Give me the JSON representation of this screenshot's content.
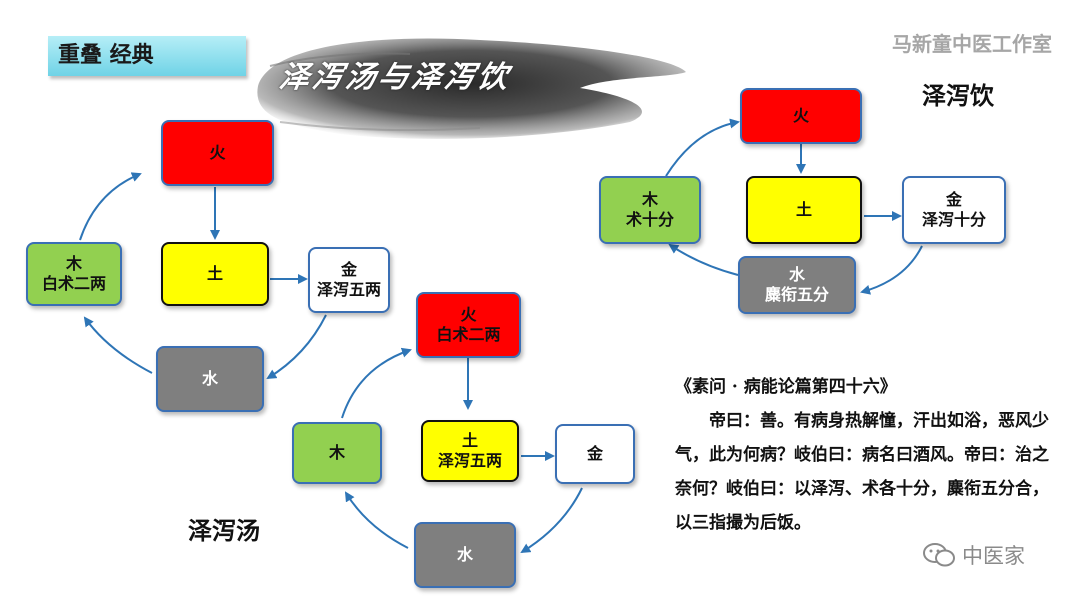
{
  "header": {
    "tag": "重叠   经典",
    "banner_title": "泽泻汤与泽泻饮",
    "studio": "马新童中医工作室"
  },
  "diagrams": [
    {
      "title": "泽泻汤",
      "nodes": {
        "fire": [
          "火"
        ],
        "earth": [
          "土"
        ],
        "wood": [
          "木",
          "白术二两"
        ],
        "metal": [
          "金",
          "泽泻五两"
        ],
        "water": [
          "水"
        ]
      }
    },
    {
      "title": "",
      "nodes": {
        "fire": [
          "火",
          "白术二两"
        ],
        "earth": [
          "土",
          "泽泻五两"
        ],
        "wood": [
          "木"
        ],
        "metal": [
          "金"
        ],
        "water": [
          "水"
        ]
      }
    },
    {
      "title": "泽泻饮",
      "nodes": {
        "fire": [
          "火"
        ],
        "earth": [
          "土"
        ],
        "wood": [
          "木",
          "术十分"
        ],
        "metal": [
          "金",
          "泽泻十分"
        ],
        "water": [
          "水",
          "麋衔五分"
        ]
      }
    }
  ],
  "quote": {
    "source": "《素问 · 病能论篇第四十六》",
    "text": "帝曰：善。有病身热解憧，汗出如浴，恶风少气，此为何病？岐伯曰：病名曰酒风。帝曰：治之奈何？岐伯曰：以泽泻、术各十分，麋衔五分合，以三指撮为后饭。"
  },
  "watermark": "中医家",
  "colors": {
    "fire": "#ff0000",
    "earth": "#ffff00",
    "wood": "#92d050",
    "metal": "#ffffff",
    "water": "#7f7f7f",
    "arrow": "#2e75b6"
  }
}
